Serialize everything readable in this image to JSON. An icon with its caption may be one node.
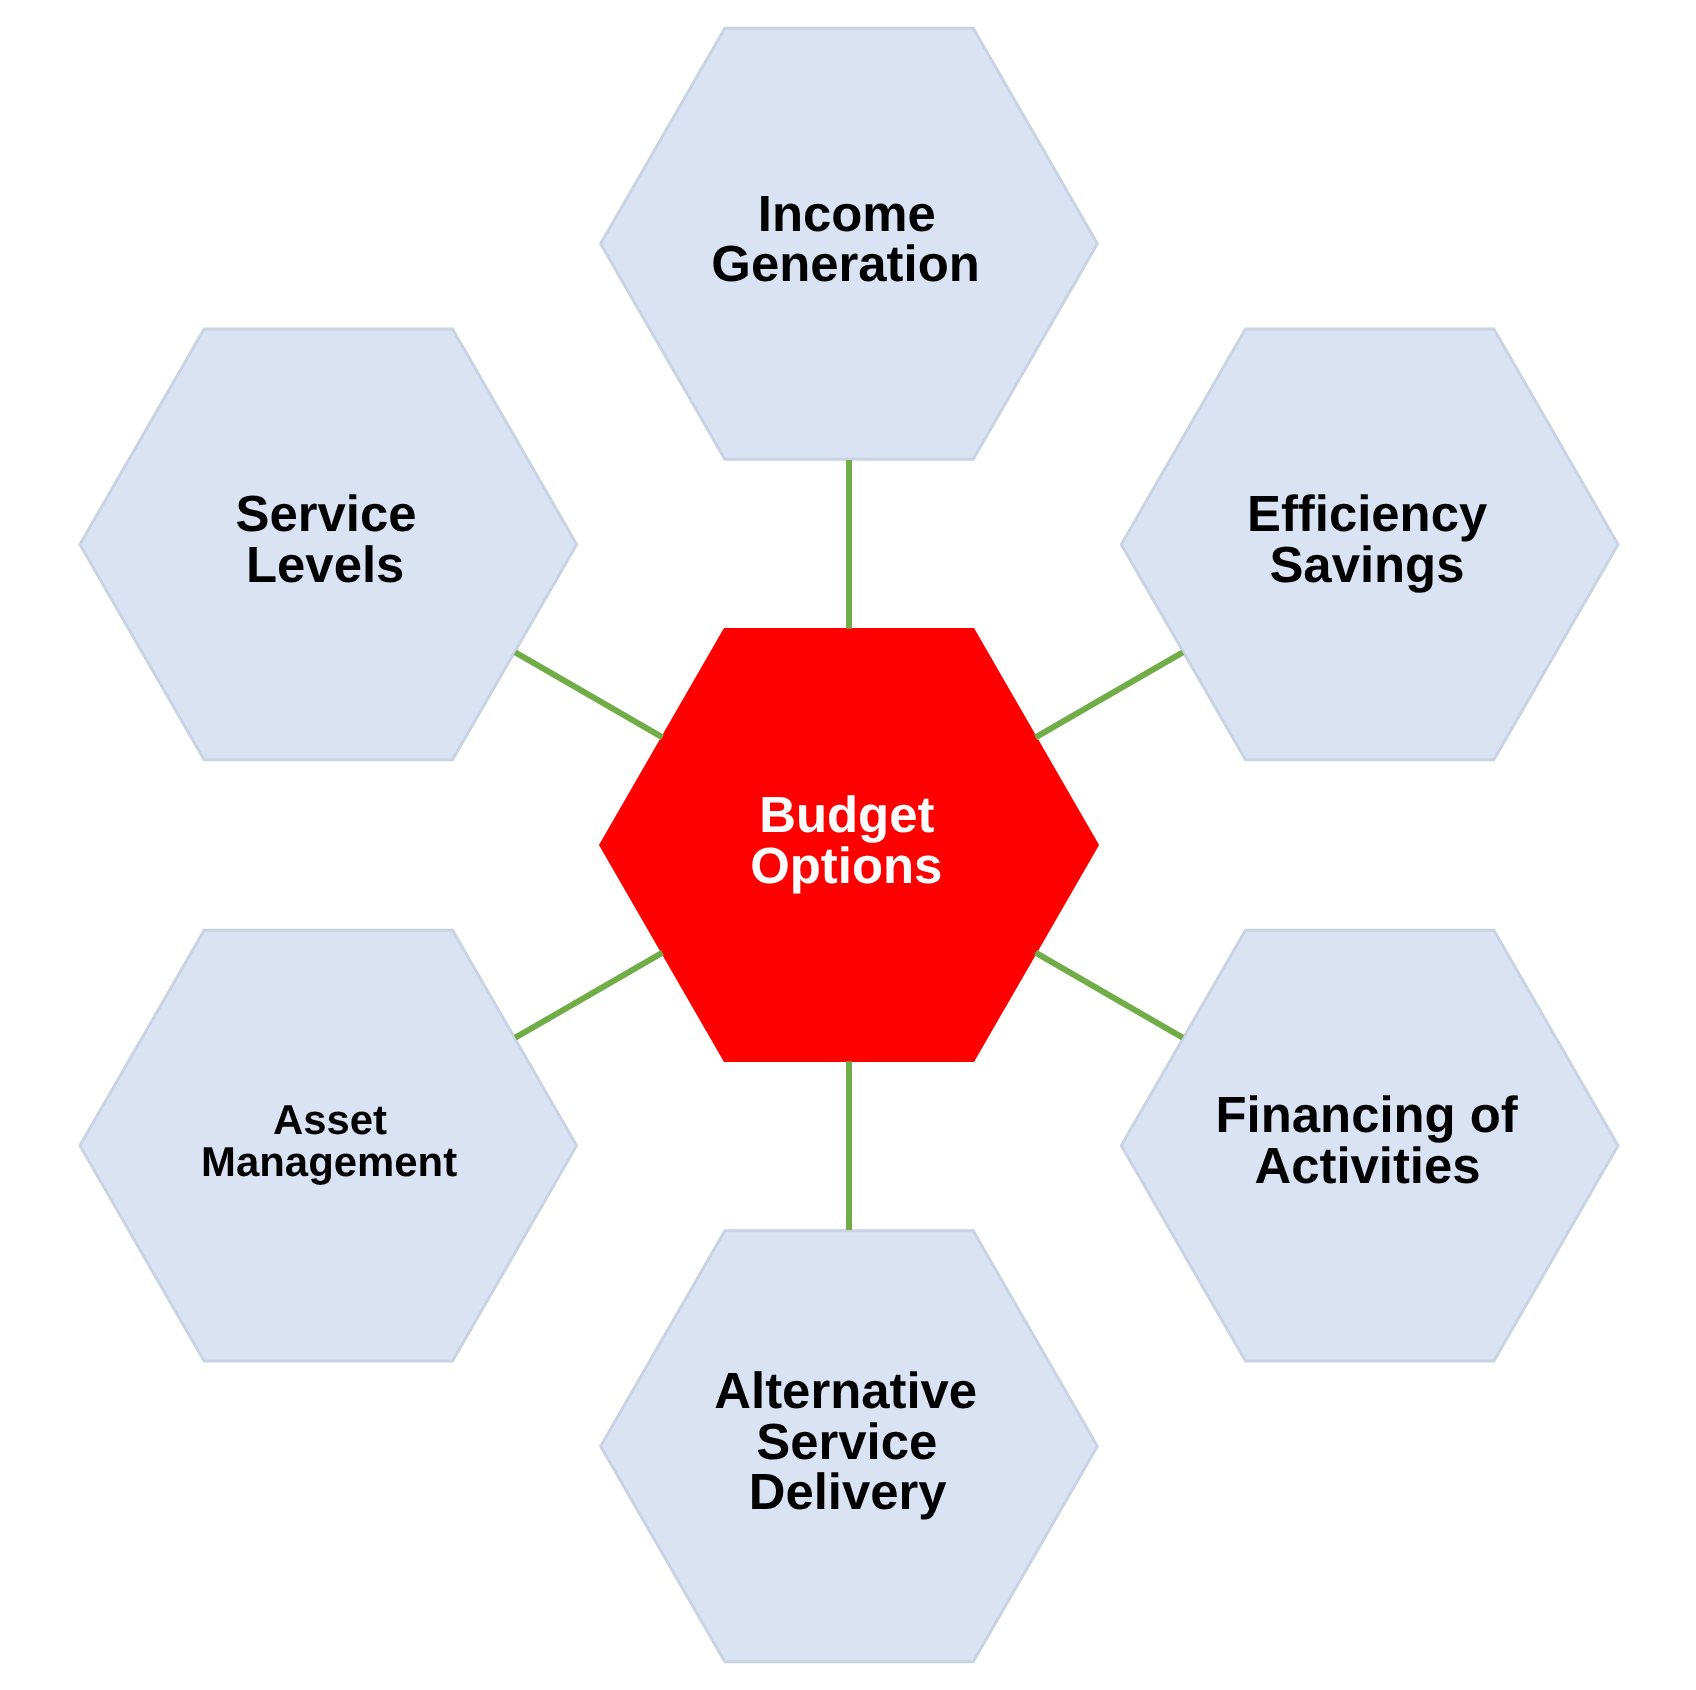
{
  "diagram": {
    "nodes": [
      {
        "text": [
          "Efficiency Savings"
        ]
      },
      {
        "text": [
          "Income Generation"
        ]
      },
      {
        "text": [
          "Service Levels"
        ]
      },
      {
        "text": [
          "Budget Options"
        ]
      },
      {
        "text": [
          "Asset Management"
        ]
      },
      {
        "text": [
          "Alternative Service Delivery"
        ]
      },
      {
        "text": [
          "Financing of Activities"
        ]
      }
    ],
    "edges": [
      {
        "from": 3,
        "to": 0,
        "arrow": "none"
      },
      {
        "from": 3,
        "to": 2,
        "arrow": "none"
      },
      {
        "from": 3,
        "to": 5,
        "arrow": "none"
      },
      {
        "from": 3,
        "to": 6,
        "arrow": "none"
      },
      {
        "from": 3,
        "to": 4,
        "arrow": "none"
      },
      {
        "from": 3,
        "to": 1,
        "arrow": "none"
      }
    ]
  }
}
